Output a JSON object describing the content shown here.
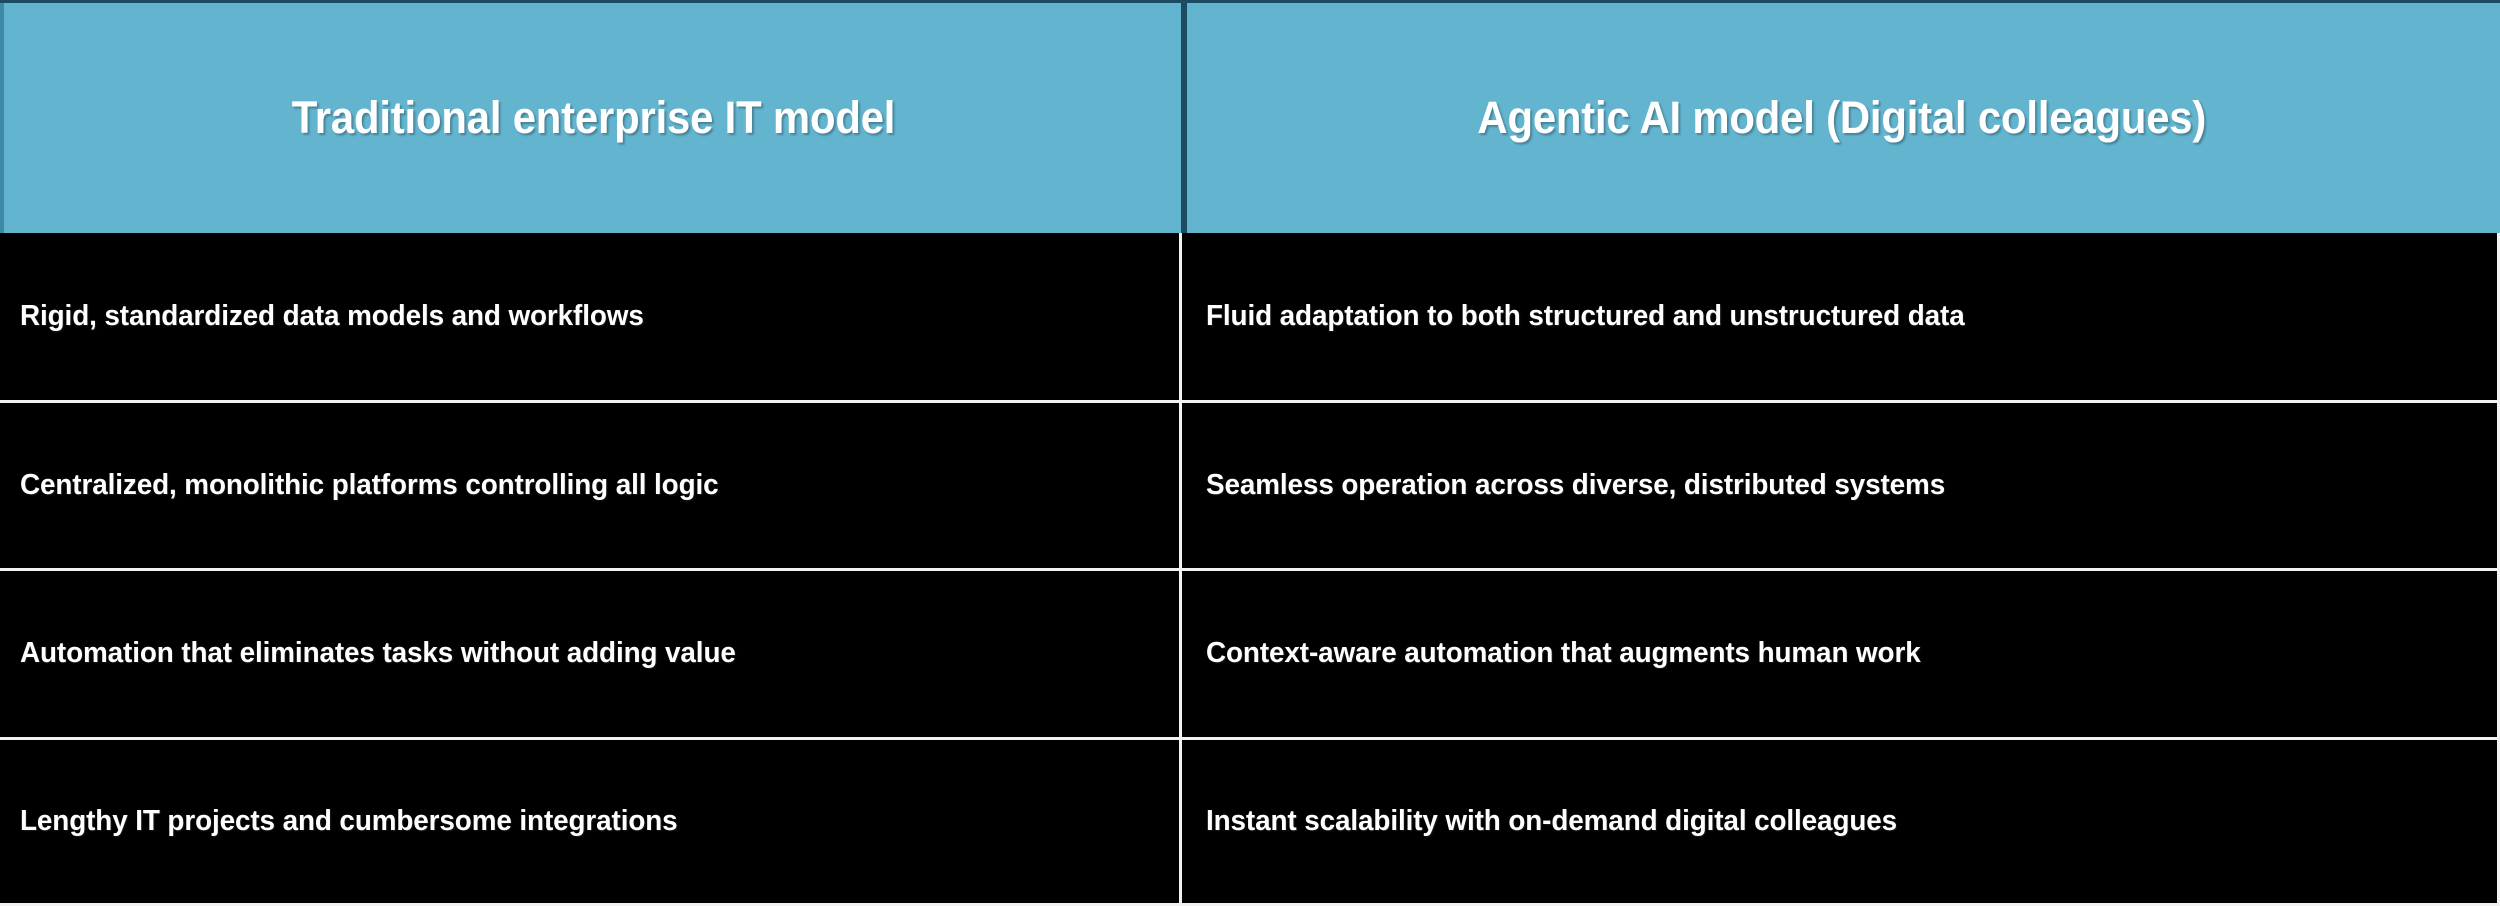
{
  "table": {
    "columns": [
      {
        "id": "traditional",
        "label": "Traditional enterprise IT model"
      },
      {
        "id": "agentic",
        "label": "Agentic AI model (Digital colleagues)"
      }
    ],
    "rows": [
      {
        "traditional": "Rigid, standardized data models and workflows",
        "agentic": "Fluid adaptation to both structured and unstructured data"
      },
      {
        "traditional": "Centralized, monolithic platforms controlling all logic",
        "agentic": "Seamless operation across diverse, distributed systems"
      },
      {
        "traditional": "Automation that eliminates tasks without adding value",
        "agentic": "Context-aware automation that augments human work"
      },
      {
        "traditional": "Lengthy IT projects and cumbersome integrations",
        "agentic": "Instant scalability with on-demand digital colleagues"
      }
    ]
  },
  "colors": {
    "header_background": "#62b4cf",
    "header_text": "#ffffff",
    "header_divider": "#1d4c62",
    "body_background": "#000000",
    "body_text": "#ffffff",
    "grid_line": "#f2f2f2"
  }
}
